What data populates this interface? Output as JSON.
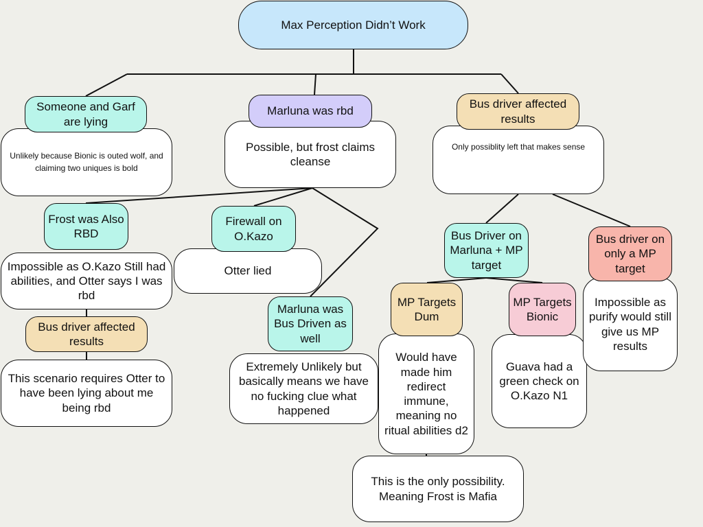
{
  "diagram": {
    "root": "Max Perception Didn’t Work",
    "someone_garf": "Someone and Garf are lying",
    "someone_garf_note": "Unlikely because Bionic is outed wolf, and claiming two uniques is bold",
    "marluna_rbd": "Marluna was rbd",
    "marluna_rbd_note": "Possible, but frost claims cleanse",
    "bus_driver_results": "Bus driver affected results",
    "bus_driver_results_note": "Only possiblity left that makes sense",
    "frost_rbd": "Frost was Also RBD",
    "frost_rbd_note": "Impossible as O.Kazo Still had abilities, and Otter says I was rbd",
    "frost_bus_driver": "Bus driver affected results",
    "frost_bus_driver_note": "This scenario requires Otter to have been lying about me being rbd",
    "firewall": "Firewall on O.Kazo",
    "firewall_note": "Otter lied",
    "marluna_bus": "Marluna was Bus Driven as well",
    "marluna_bus_note": "Extremely Unlikely but basically means we have no fucking clue what happened",
    "bd_marluna_mp": "Bus Driver on Marluna + MP target",
    "bd_only_mp": "Bus driver on only a MP target",
    "bd_only_mp_note": "Impossible as purify would still give us MP results",
    "mp_dum": "MP Targets Dum",
    "mp_dum_note": "Would have made him redirect immune, meaning no ritual abilities d2",
    "mp_dum_conclusion": "This is the only possibility. Meaning Frost is Mafia",
    "mp_bionic": "MP Targets Bionic",
    "mp_bionic_note": "Guava had a green check on O.Kazo N1"
  },
  "colors": {
    "background": "#efefea",
    "root": "#c7e7fb",
    "teal": "#b9f5ea",
    "purple": "#d3cdfa",
    "tan": "#f4dfb5",
    "pink": "#f7ccd6",
    "salmon": "#f8b5ab",
    "note": "#ffffff",
    "line": "#111111"
  }
}
